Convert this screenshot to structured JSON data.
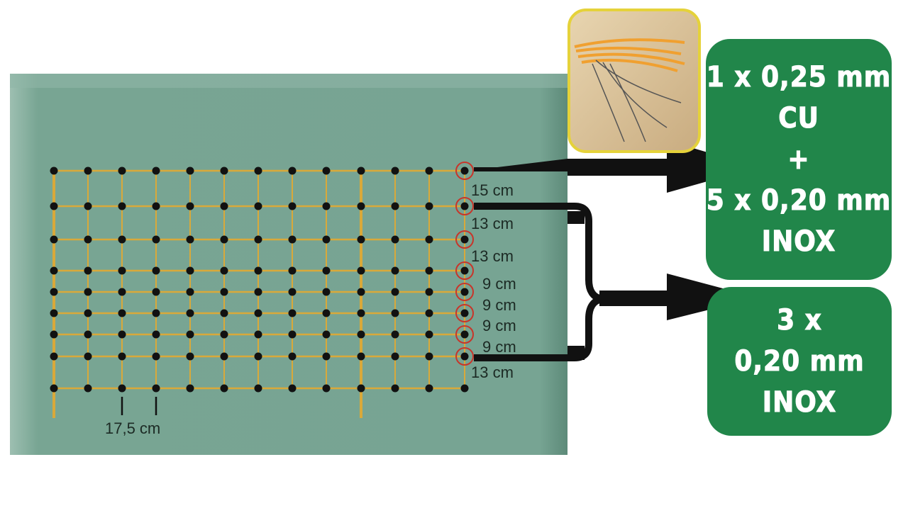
{
  "grid": {
    "column_spacing_label": "17,5 cm",
    "row_spacing_labels": [
      "15 cm",
      "13 cm",
      "13 cm",
      "9 cm",
      "9 cm",
      "9 cm",
      "9 cm",
      "13 cm"
    ]
  },
  "boxes": [
    {
      "lines": [
        "1 x 0,25 mm",
        "CU",
        "+",
        "5 x 0,20 mm",
        "INOX"
      ]
    },
    {
      "lines": [
        "3 x",
        "0,20 mm",
        "INOX"
      ]
    }
  ],
  "colors": {
    "panel": "#77a493",
    "wire": "#d9a93a",
    "box": "#21864a",
    "highlight": "#c8352a"
  }
}
